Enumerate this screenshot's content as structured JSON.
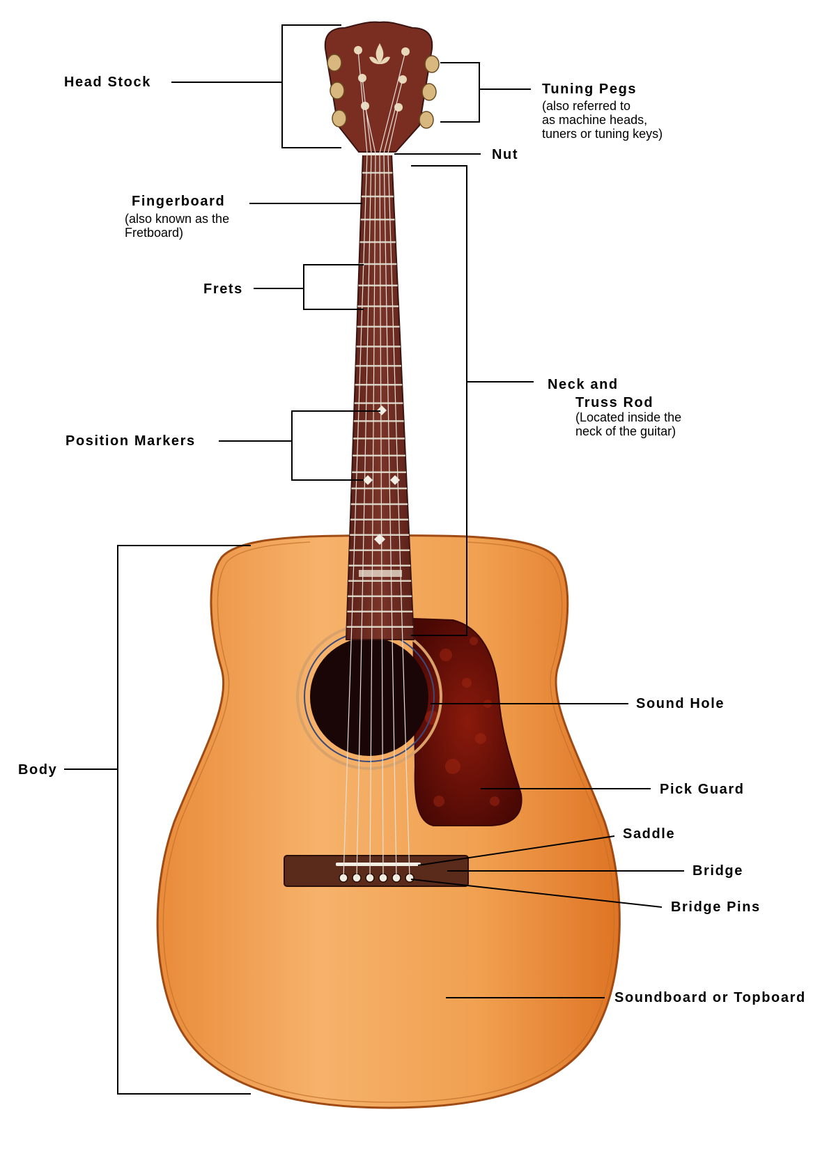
{
  "labels": {
    "head_stock": "Head Stock",
    "tuning_pegs": {
      "title": "Tuning Pegs",
      "note_line1": "(also referred to",
      "note_line2": "as machine heads,",
      "note_line3": "tuners or tuning keys)"
    },
    "nut": "Nut",
    "fingerboard": {
      "title": "Fingerboard",
      "note_line1": "(also known as the",
      "note_line2": "Fretboard)"
    },
    "frets": "Frets",
    "neck": {
      "title_line1": "Neck and",
      "title_line2": "Truss Rod",
      "note_line1": "(Located inside the",
      "note_line2": "neck of the guitar)"
    },
    "position_markers": "Position Markers",
    "sound_hole": "Sound Hole",
    "body": "Body",
    "pick_guard": "Pick Guard",
    "saddle": "Saddle",
    "bridge": "Bridge",
    "bridge_pins": "Bridge Pins",
    "soundboard": "Soundboard or Topboard"
  },
  "colors": {
    "body_light": "#f6b26b",
    "body_dark": "#e07a28",
    "fingerboard": "#6b2a22",
    "headstock": "#7a2e22",
    "pickguard": "#6a0e08",
    "soundhole": "#1a0606",
    "bridge": "#5a2a1a",
    "leader_line": "#000000"
  }
}
